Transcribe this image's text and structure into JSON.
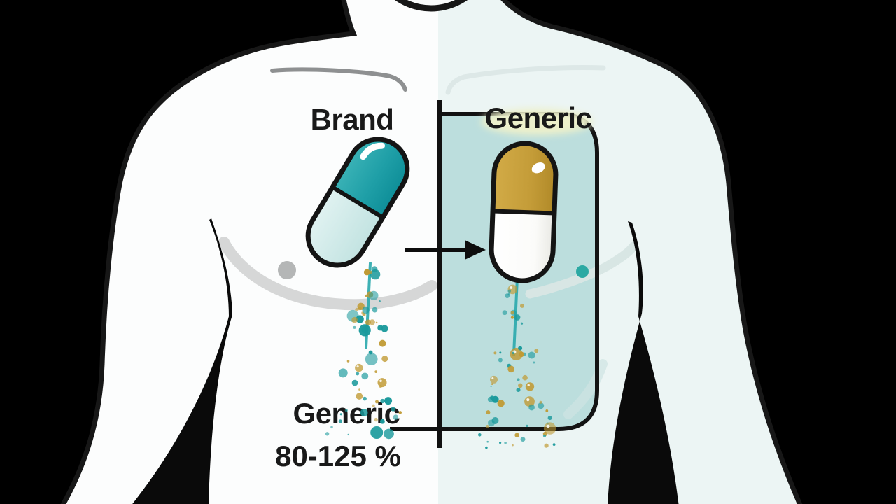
{
  "title": "Brand vs generic drug bioequivalence illustration",
  "labels": {
    "brand": "Brand",
    "generic_top": "Generic",
    "generic_bottom": "Generic",
    "range": "80-125 %"
  },
  "icons": {
    "male-torso-figure": "outlined human torso, left half white / right half teal-tinted",
    "brand-capsule-icon": "tilted capsule pill, teal top and pale-blue bottom",
    "generic-capsule-icon": "upright capsule pill, gold top and white bottom",
    "arrow-right-icon": "black right-pointing arrow between capsules",
    "dissolution-particles": "spray of teal and gold dots released below each capsule",
    "highlight-bracket": "black bracket and rounded box highlighting the generic side"
  },
  "colors": {
    "background": "#000000",
    "body-left": "#fcfdfd",
    "body-right-tint": "#ecf5f4",
    "highlight-box": "#bcdedd",
    "outline": "#171717",
    "label-text": "#191919",
    "brand-teal": "#23a3aa",
    "brand-teal-dark": "#0e8e98",
    "brand-pale": "#d8efee",
    "generic-gold": "#c9a23f",
    "generic-gold-dark": "#b18a29",
    "generic-white": "#ffffff",
    "particle-teal": "#1b9a9c",
    "particle-gold": "#c09a33",
    "glow-yellow": "#edf0cb",
    "collarbone-left": "#8e9091",
    "pec-left": "#d6d7d7",
    "nipple-left": "#b4b6b6",
    "collarbone-right": "#dde8e7",
    "pec-right": "#d8e6e4",
    "nipple-right": "#2ba9a3"
  }
}
